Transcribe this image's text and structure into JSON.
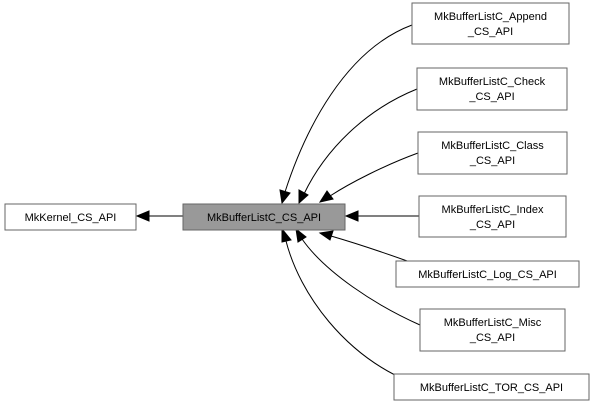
{
  "diagram": {
    "colors": {
      "current_fill": "#999999",
      "node_fill": "#ffffff",
      "border": "#666666",
      "edge": "#000000"
    },
    "nodes": {
      "kernel": {
        "lines": [
          "MkKernel_CS_API"
        ],
        "current": false
      },
      "main": {
        "lines": [
          "MkBufferListC_CS_API"
        ],
        "current": true
      },
      "append": {
        "lines": [
          "MkBufferListC_Append",
          "_CS_API"
        ],
        "current": false
      },
      "check": {
        "lines": [
          "MkBufferListC_Check",
          "_CS_API"
        ],
        "current": false
      },
      "class": {
        "lines": [
          "MkBufferListC_Class",
          "_CS_API"
        ],
        "current": false
      },
      "index": {
        "lines": [
          "MkBufferListC_Index",
          "_CS_API"
        ],
        "current": false
      },
      "log": {
        "lines": [
          "MkBufferListC_Log_CS_API"
        ],
        "current": false
      },
      "misc": {
        "lines": [
          "MkBufferListC_Misc",
          "_CS_API"
        ],
        "current": false
      },
      "tor": {
        "lines": [
          "MkBufferListC_TOR_CS_API"
        ],
        "current": false
      }
    },
    "edges": [
      {
        "from": "main",
        "to": "kernel"
      },
      {
        "from": "append",
        "to": "main"
      },
      {
        "from": "check",
        "to": "main"
      },
      {
        "from": "class",
        "to": "main"
      },
      {
        "from": "index",
        "to": "main"
      },
      {
        "from": "log",
        "to": "main"
      },
      {
        "from": "misc",
        "to": "main"
      },
      {
        "from": "tor",
        "to": "main"
      }
    ]
  }
}
